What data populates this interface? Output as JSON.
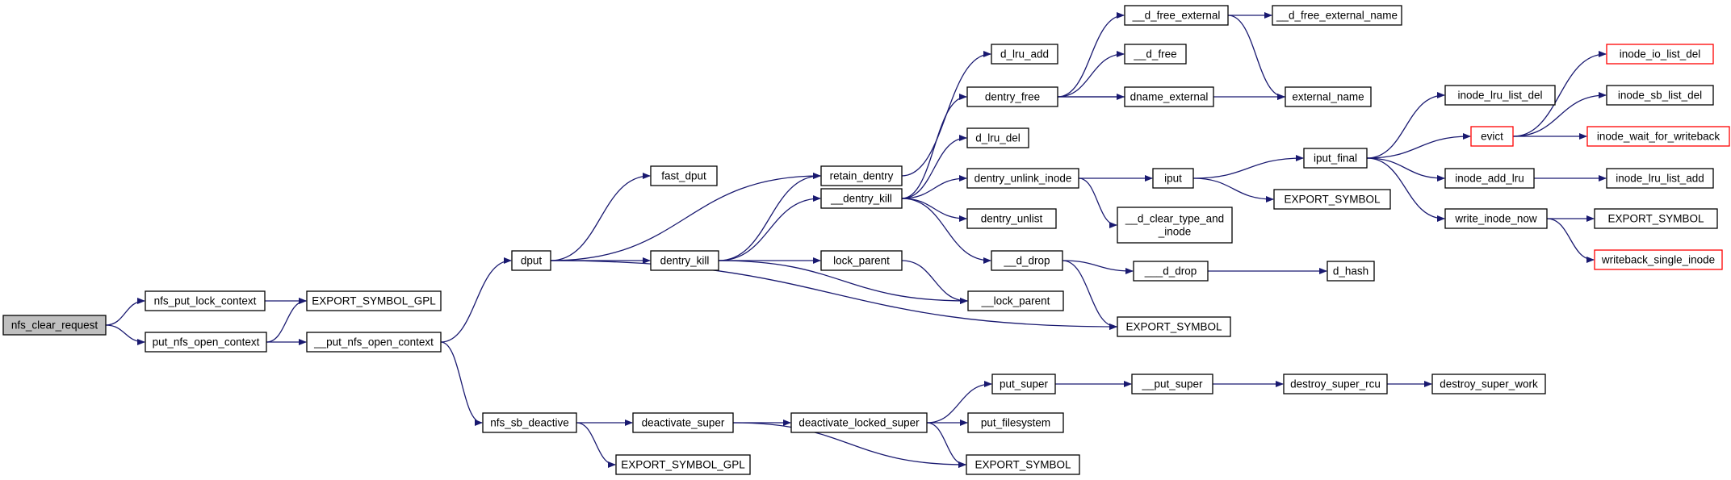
{
  "title": "",
  "colors": {
    "edge": "#191970",
    "root_fill": "#bfbfbf",
    "node_border": "#000000",
    "highlight_border": "#ff0000"
  },
  "nodes": [
    {
      "id": "nfs_clear_request",
      "label": "nfs_clear_request",
      "root": true
    },
    {
      "id": "nfs_put_lock_context",
      "label": "nfs_put_lock_context"
    },
    {
      "id": "put_nfs_open_context",
      "label": "put_nfs_open_context"
    },
    {
      "id": "export_gpl_1",
      "label": "EXPORT_SYMBOL_GPL"
    },
    {
      "id": "__put_nfs_open_context",
      "label": "__put_nfs_open_context"
    },
    {
      "id": "dput",
      "label": "dput"
    },
    {
      "id": "nfs_sb_deactive",
      "label": "nfs_sb_deactive"
    },
    {
      "id": "fast_dput",
      "label": "fast_dput"
    },
    {
      "id": "dentry_kill",
      "label": "dentry_kill"
    },
    {
      "id": "retain_dentry",
      "label": "retain_dentry"
    },
    {
      "id": "__dentry_kill",
      "label": "__dentry_kill"
    },
    {
      "id": "lock_parent",
      "label": "lock_parent"
    },
    {
      "id": "__lock_parent",
      "label": "__lock_parent"
    },
    {
      "id": "export_1",
      "label": "EXPORT_SYMBOL"
    },
    {
      "id": "d_lru_add",
      "label": "d_lru_add"
    },
    {
      "id": "dentry_free",
      "label": "dentry_free"
    },
    {
      "id": "d_lru_del",
      "label": "d_lru_del"
    },
    {
      "id": "dentry_unlink_inode",
      "label": "dentry_unlink_inode"
    },
    {
      "id": "dentry_unlist",
      "label": "dentry_unlist"
    },
    {
      "id": "__d_drop",
      "label": "__d_drop"
    },
    {
      "id": "__d_free_external",
      "label": "__d_free_external"
    },
    {
      "id": "__d_free",
      "label": "__d_free"
    },
    {
      "id": "dname_external",
      "label": "dname_external"
    },
    {
      "id": "external_name",
      "label": "external_name"
    },
    {
      "id": "__d_free_external_name",
      "label": "__d_free_external_name"
    },
    {
      "id": "iput",
      "label": "iput"
    },
    {
      "id": "__d_clear_type_and_inode",
      "label": "__d_clear_type_and\n_inode"
    },
    {
      "id": "___d_drop",
      "label": "___d_drop"
    },
    {
      "id": "d_hash",
      "label": "d_hash"
    },
    {
      "id": "iput_final",
      "label": "iput_final"
    },
    {
      "id": "export_2",
      "label": "EXPORT_SYMBOL"
    },
    {
      "id": "inode_lru_list_del",
      "label": "inode_lru_list_del"
    },
    {
      "id": "evict",
      "label": "evict",
      "highlight": true
    },
    {
      "id": "inode_add_lru",
      "label": "inode_add_lru"
    },
    {
      "id": "write_inode_now",
      "label": "write_inode_now"
    },
    {
      "id": "inode_io_list_del",
      "label": "inode_io_list_del",
      "highlight": true
    },
    {
      "id": "inode_sb_list_del",
      "label": "inode_sb_list_del"
    },
    {
      "id": "inode_wait_for_writeback",
      "label": "inode_wait_for_writeback",
      "highlight": true
    },
    {
      "id": "inode_lru_list_add",
      "label": "inode_lru_list_add"
    },
    {
      "id": "export_3",
      "label": "EXPORT_SYMBOL"
    },
    {
      "id": "writeback_single_inode",
      "label": "writeback_single_inode",
      "highlight": true
    },
    {
      "id": "deactivate_super",
      "label": "deactivate_super"
    },
    {
      "id": "export_gpl_2",
      "label": "EXPORT_SYMBOL_GPL"
    },
    {
      "id": "deactivate_locked_super",
      "label": "deactivate_locked_super"
    },
    {
      "id": "put_super",
      "label": "put_super"
    },
    {
      "id": "put_filesystem",
      "label": "put_filesystem"
    },
    {
      "id": "export_4",
      "label": "EXPORT_SYMBOL"
    },
    {
      "id": "__put_super",
      "label": "__put_super"
    },
    {
      "id": "destroy_super_rcu",
      "label": "destroy_super_rcu"
    },
    {
      "id": "destroy_super_work",
      "label": "destroy_super_work"
    }
  ],
  "edges": [
    [
      "nfs_clear_request",
      "nfs_put_lock_context"
    ],
    [
      "nfs_clear_request",
      "put_nfs_open_context"
    ],
    [
      "nfs_put_lock_context",
      "export_gpl_1"
    ],
    [
      "put_nfs_open_context",
      "export_gpl_1"
    ],
    [
      "put_nfs_open_context",
      "__put_nfs_open_context"
    ],
    [
      "__put_nfs_open_context",
      "dput"
    ],
    [
      "__put_nfs_open_context",
      "nfs_sb_deactive"
    ],
    [
      "dput",
      "fast_dput"
    ],
    [
      "dput",
      "retain_dentry"
    ],
    [
      "dput",
      "dentry_kill"
    ],
    [
      "dput",
      "export_1"
    ],
    [
      "dentry_kill",
      "retain_dentry"
    ],
    [
      "dentry_kill",
      "__dentry_kill"
    ],
    [
      "dentry_kill",
      "lock_parent"
    ],
    [
      "dentry_kill",
      "__lock_parent"
    ],
    [
      "lock_parent",
      "__lock_parent"
    ],
    [
      "retain_dentry",
      "d_lru_add"
    ],
    [
      "__dentry_kill",
      "dentry_free"
    ],
    [
      "__dentry_kill",
      "d_lru_del"
    ],
    [
      "__dentry_kill",
      "dentry_unlink_inode"
    ],
    [
      "__dentry_kill",
      "dentry_unlist"
    ],
    [
      "__dentry_kill",
      "__d_drop"
    ],
    [
      "dentry_free",
      "__d_free_external"
    ],
    [
      "dentry_free",
      "__d_free"
    ],
    [
      "dentry_free",
      "dname_external"
    ],
    [
      "dentry_free",
      "external_name"
    ],
    [
      "__d_free_external",
      "__d_free_external_name"
    ],
    [
      "__d_free_external",
      "external_name"
    ],
    [
      "dentry_unlink_inode",
      "iput"
    ],
    [
      "dentry_unlink_inode",
      "__d_clear_type_and_inode"
    ],
    [
      "__d_drop",
      "___d_drop"
    ],
    [
      "__d_drop",
      "export_1"
    ],
    [
      "___d_drop",
      "d_hash"
    ],
    [
      "iput",
      "iput_final"
    ],
    [
      "iput",
      "export_2"
    ],
    [
      "iput_final",
      "inode_lru_list_del"
    ],
    [
      "iput_final",
      "evict"
    ],
    [
      "iput_final",
      "inode_add_lru"
    ],
    [
      "iput_final",
      "write_inode_now"
    ],
    [
      "evict",
      "inode_io_list_del"
    ],
    [
      "evict",
      "inode_sb_list_del"
    ],
    [
      "evict",
      "inode_wait_for_writeback"
    ],
    [
      "inode_add_lru",
      "inode_lru_list_add"
    ],
    [
      "write_inode_now",
      "export_3"
    ],
    [
      "write_inode_now",
      "writeback_single_inode"
    ],
    [
      "nfs_sb_deactive",
      "deactivate_super"
    ],
    [
      "nfs_sb_deactive",
      "export_gpl_2"
    ],
    [
      "deactivate_super",
      "deactivate_locked_super"
    ],
    [
      "deactivate_super",
      "export_4"
    ],
    [
      "deactivate_locked_super",
      "put_super"
    ],
    [
      "deactivate_locked_super",
      "put_filesystem"
    ],
    [
      "deactivate_locked_super",
      "export_4"
    ],
    [
      "put_super",
      "__put_super"
    ],
    [
      "__put_super",
      "destroy_super_rcu"
    ],
    [
      "destroy_super_rcu",
      "destroy_super_work"
    ]
  ]
}
